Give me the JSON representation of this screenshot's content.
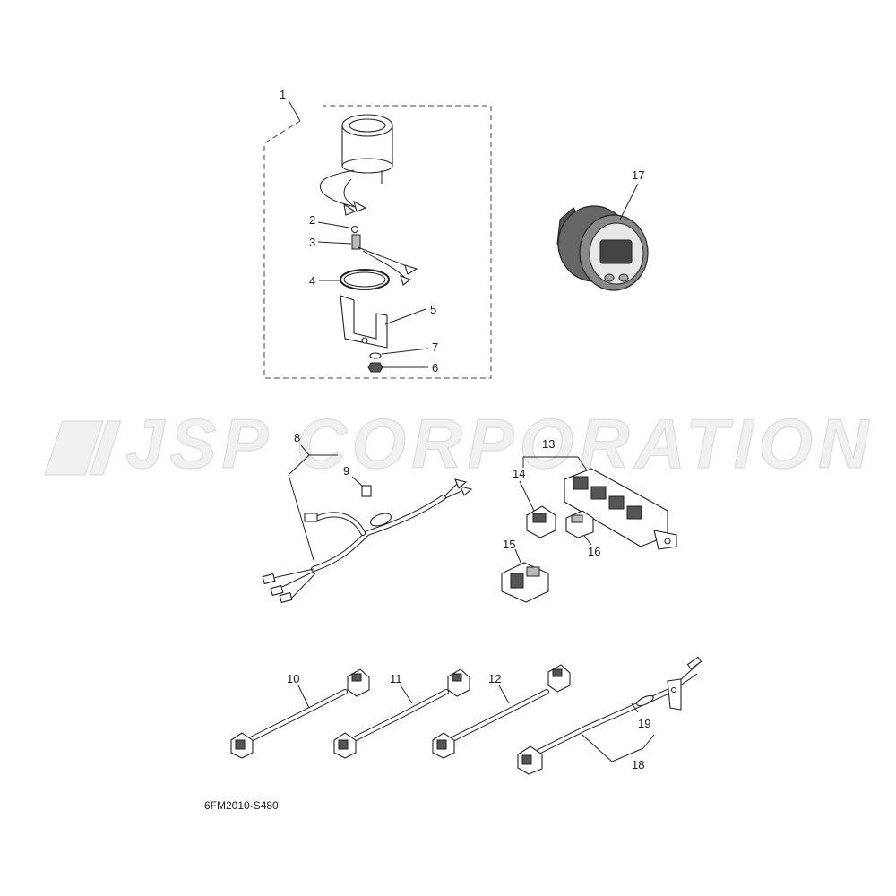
{
  "watermark": {
    "text": "JSP CORPORATION"
  },
  "diagram_code": "6FM2010-S480",
  "callouts": {
    "c1": "1",
    "c2": "2",
    "c3": "3",
    "c4": "4",
    "c5": "5",
    "c6": "6",
    "c7": "7",
    "c8": "8",
    "c9": "9",
    "c10": "10",
    "c11": "11",
    "c12": "12",
    "c13": "13",
    "c14": "14",
    "c15": "15",
    "c16": "16",
    "c17": "17",
    "c18": "18",
    "c19": "19"
  }
}
